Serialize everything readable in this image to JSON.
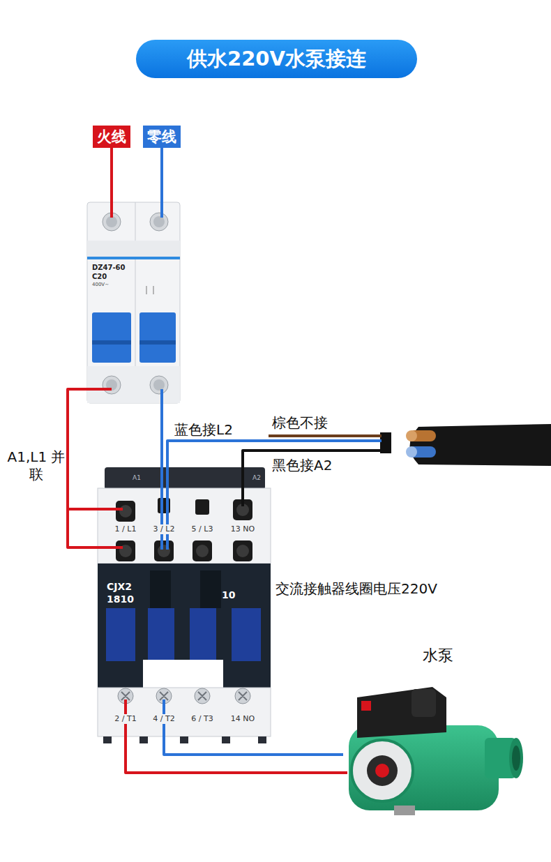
{
  "diagram": {
    "title": "供水220V水泵接连",
    "nodes": [
      {
        "text": [
          "火线"
        ]
      },
      {
        "text": [
          "零线"
        ]
      }
    ],
    "labels": [
      "DZ47-60",
      "C20",
      "400V~",
      "蓝色接L2",
      "棕色不接",
      "黑色接A2",
      "A1,L1 并联",
      "A1",
      "A2",
      "1 / L1",
      "3 / L2",
      "5 / L3",
      "13 NO",
      "CJX2",
      "1810",
      "10",
      "2 / T1",
      "4 / T2",
      "6 / T3",
      "14 NO",
      "交流接触器线圈电压220V",
      "水泵"
    ]
  }
}
